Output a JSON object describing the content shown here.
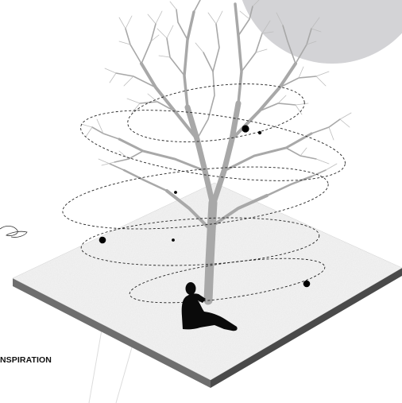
{
  "caption": "NSPIRATION",
  "colors": {
    "sun": "#d3d3d6",
    "platform_top": "#f1f1f1",
    "platform_side_left": "#6e6e6e",
    "platform_side_right": "#4a4a4a",
    "tree": "#a9a9a9",
    "figure": "#0a0a0a",
    "orbit": "#222222"
  },
  "icons": {
    "figure": "seated-person-silhouette",
    "tree": "bare-tree-silhouette",
    "sun": "sun-disc"
  }
}
